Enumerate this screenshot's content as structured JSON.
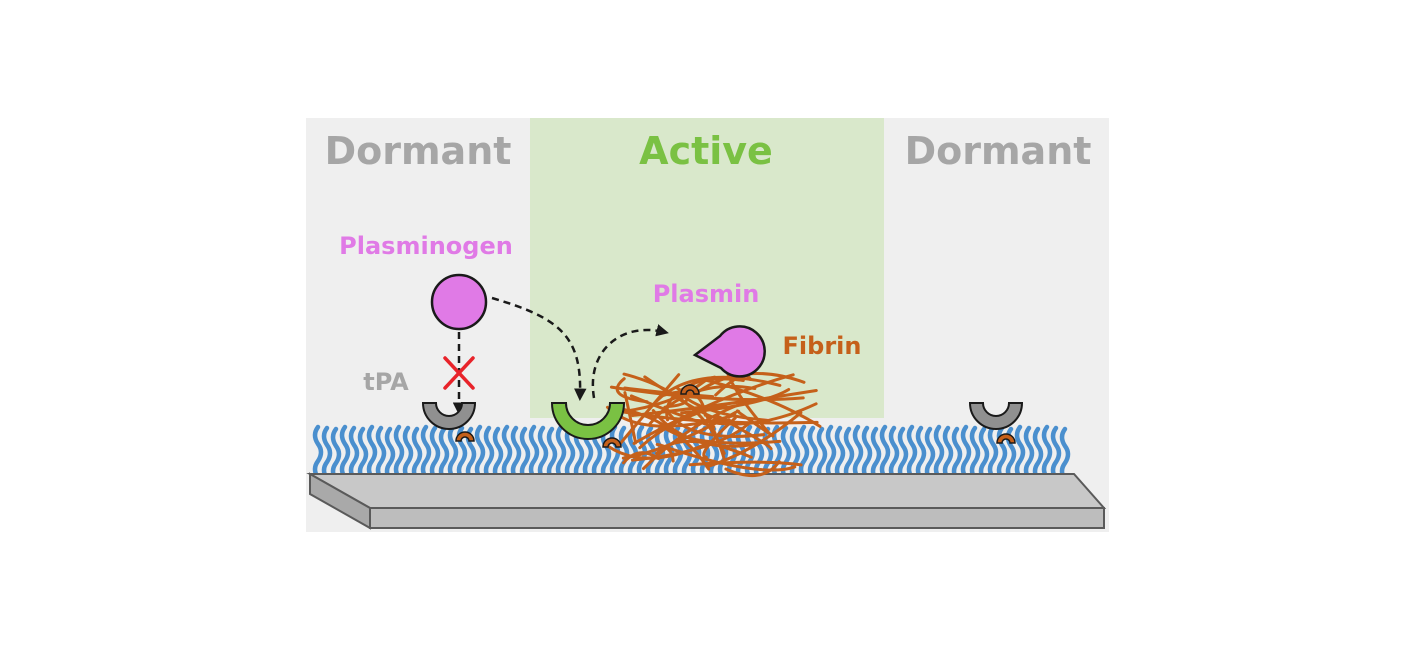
{
  "zones": {
    "left": "Dormant",
    "middle": "Active",
    "right": "Dormant"
  },
  "labels": {
    "plasminogen": "Plasminogen",
    "plasmin": "Plasmin",
    "fibrin": "Fibrin",
    "tpa": "tPA"
  },
  "colors": {
    "dormant_bg": "#efefef",
    "active_bg": "#d9e8cb",
    "dormant_text": "#a6a6a6",
    "active_text": "#7ac143",
    "plasminogen": "#e07ae6",
    "fibrin": "#c5601a",
    "polymer": "#4a8fce",
    "tpa_dormant": "#909090",
    "tpa_active": "#7ac143",
    "blocked_mark": "#e8232a"
  }
}
